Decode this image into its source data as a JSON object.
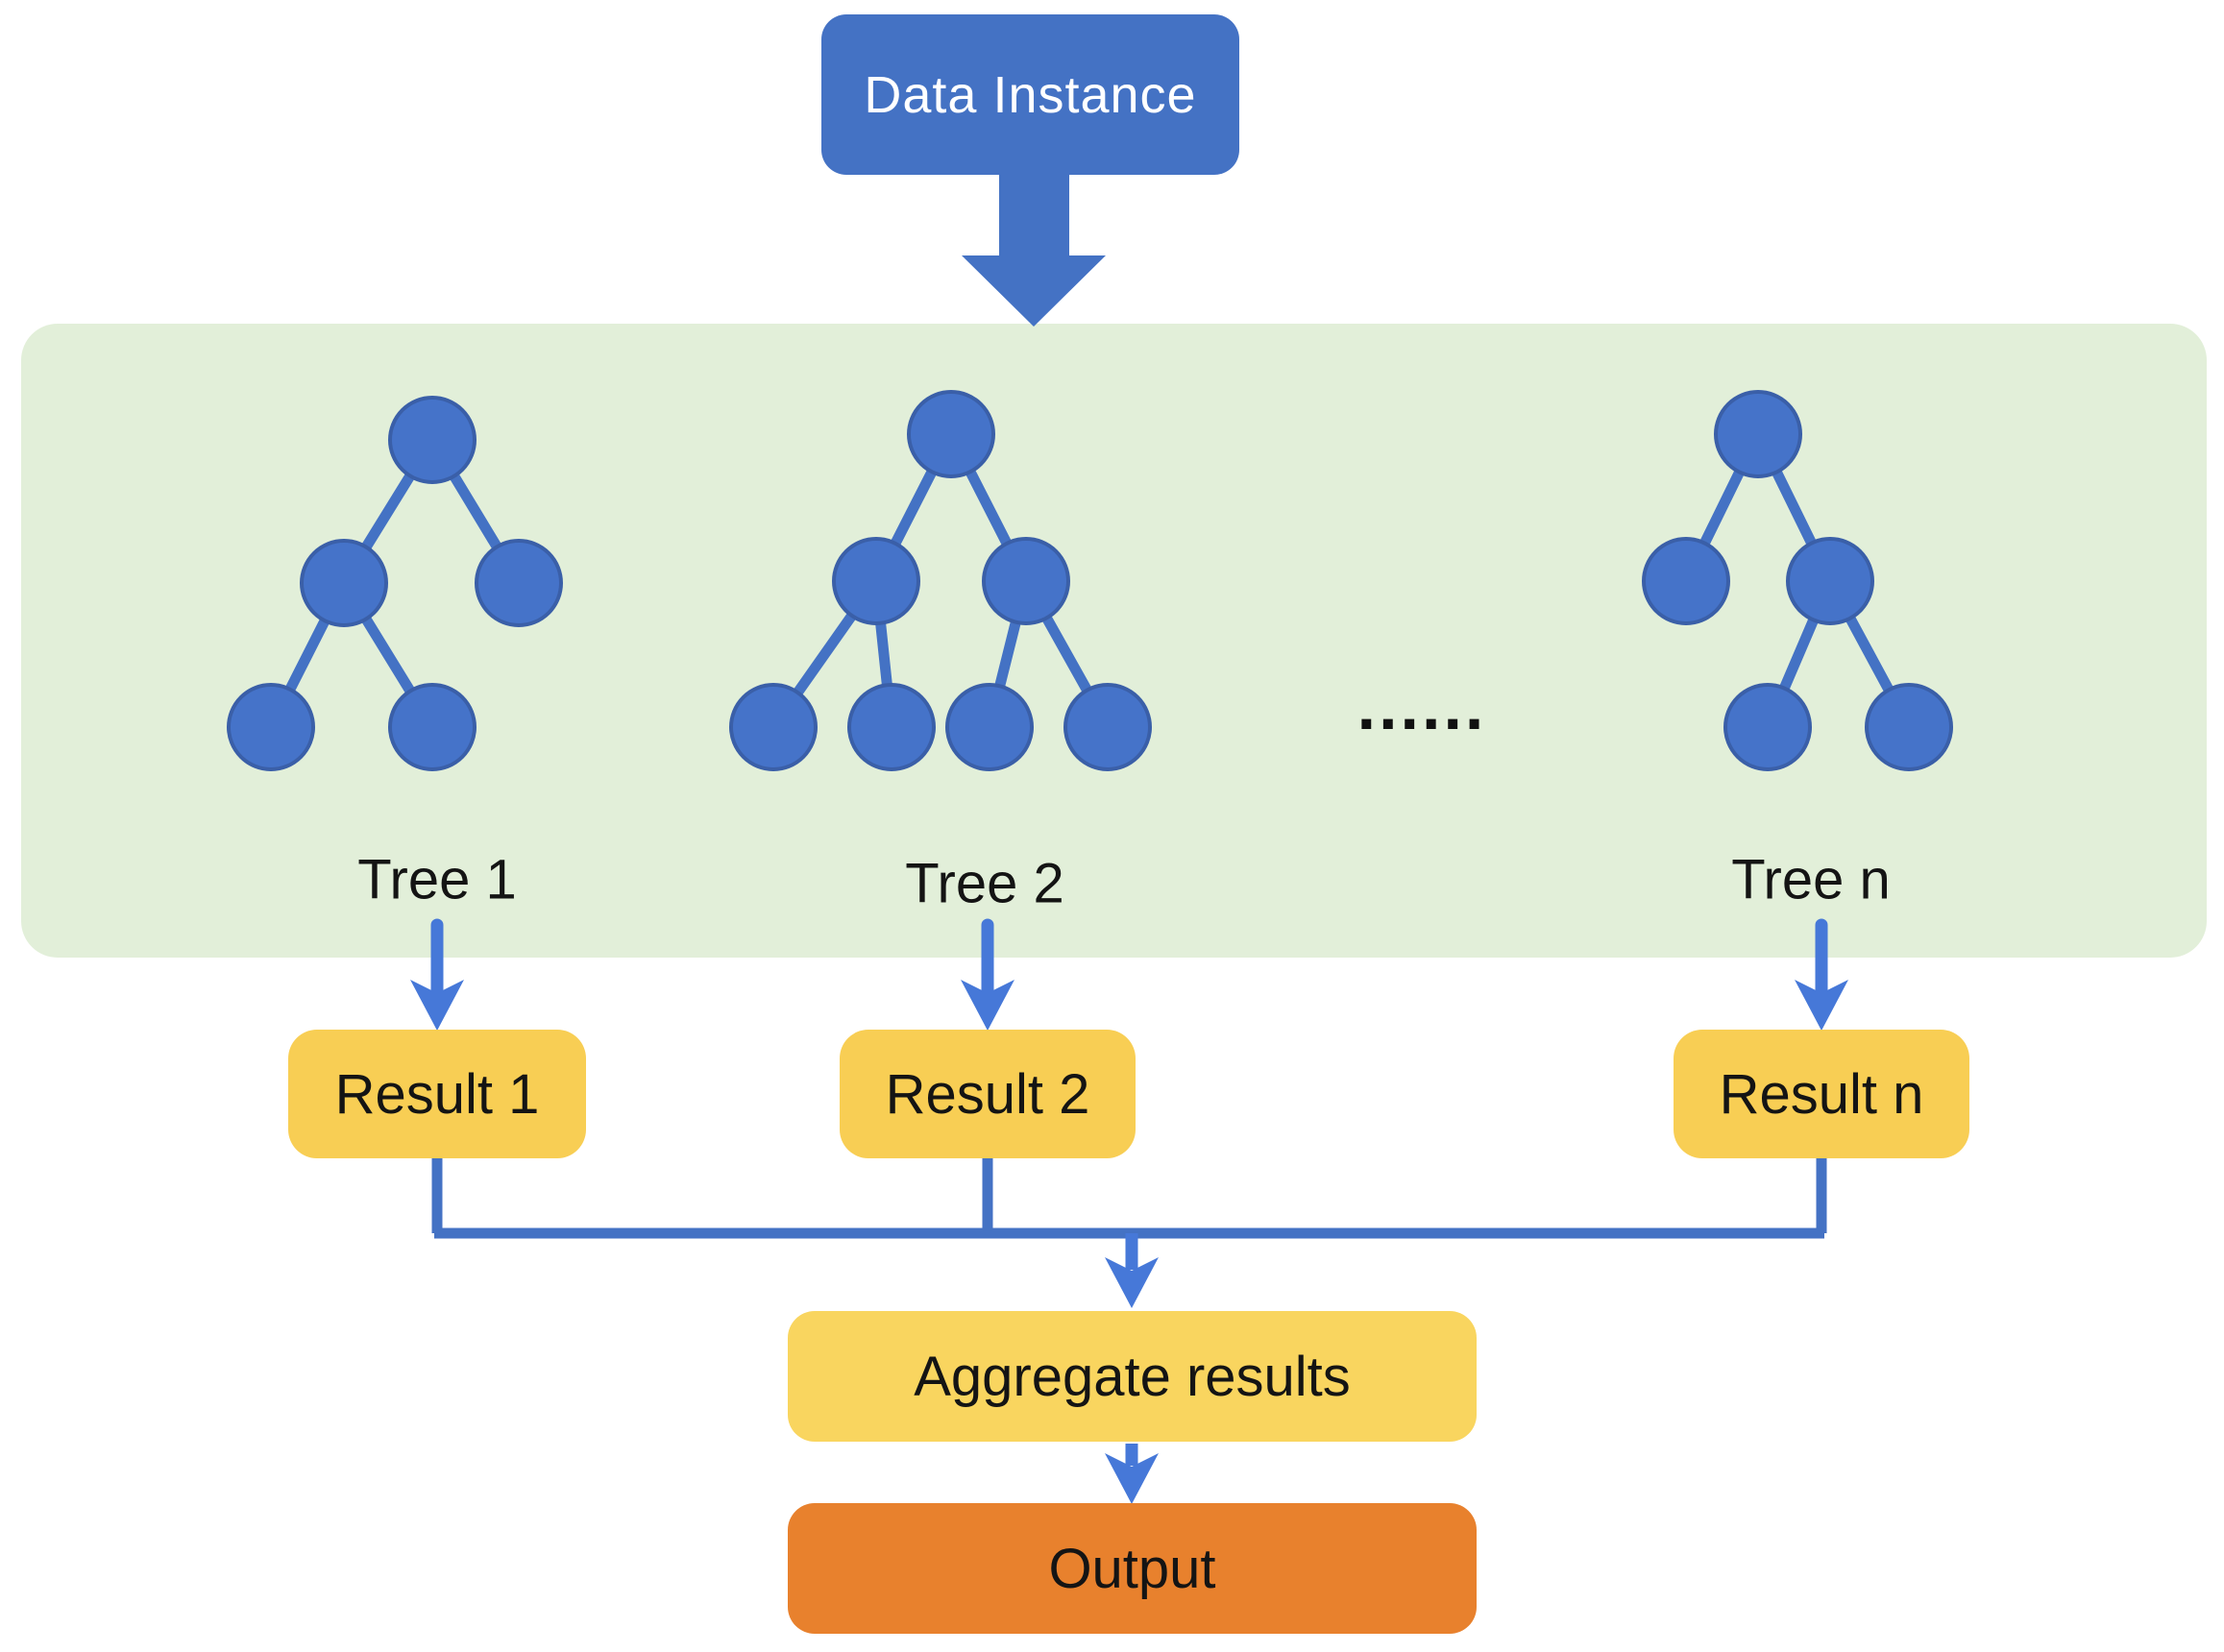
{
  "diagram": {
    "data_instance": {
      "label": "Data Instance"
    },
    "forest_panel": {
      "trees": [
        {
          "label": "Tree 1",
          "node_count": 5,
          "structure": "root with left and right child; left child has two leaf children"
        },
        {
          "label": "Tree 2",
          "node_count": 7,
          "structure": "root with left and right child; each child has two leaf children"
        },
        {
          "label": "Tree n",
          "node_count": 5,
          "structure": "root with left and right child; right child has two leaf children"
        }
      ],
      "ellipsis": "......"
    },
    "results": [
      {
        "label": "Result 1"
      },
      {
        "label": "Result 2"
      },
      {
        "label": "Result n"
      }
    ],
    "aggregate": {
      "label": "Aggregate results"
    },
    "output": {
      "label": "Output"
    },
    "colors": {
      "node_blue": "#4472C4",
      "arrow_blue": "#4678D8",
      "panel_green": "#E2EFD9",
      "result_yellow": "#F8CE54",
      "aggregate_yellow": "#F9D55F",
      "output_orange": "#E8812D",
      "text_black": "#141414",
      "text_white": "#FFFFFF"
    }
  }
}
